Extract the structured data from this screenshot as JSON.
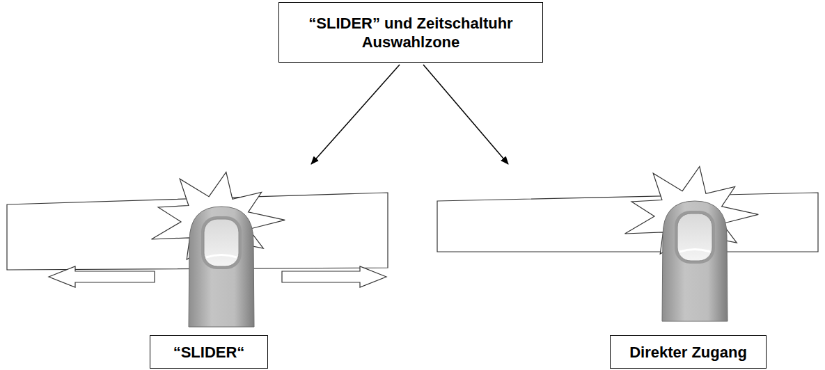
{
  "diagram": {
    "nodes": [
      {
        "text": [
          "“SLIDER” und Zeitschaltuhr Auswahlzone"
        ]
      },
      {
        "text": [
          "“SLIDER“"
        ]
      },
      {
        "text": [
          "Direkter Zugang"
        ]
      }
    ]
  }
}
